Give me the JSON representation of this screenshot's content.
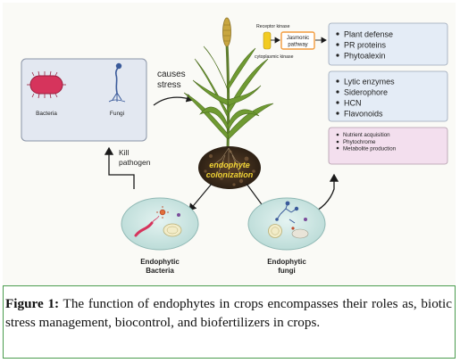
{
  "pathogen_box": {
    "bacteria_label": "Bacteria",
    "fungi_label": "Fungi"
  },
  "causes_stress": [
    "causes",
    "stress"
  ],
  "kill_pathogen": [
    "Kill",
    "pathogen"
  ],
  "signaling": {
    "receptor_kinase": "Receptor kinase",
    "cytoplasmic_kinase": "cytoplasmic kinase",
    "pathway": [
      "Jasmonic",
      "pathway"
    ]
  },
  "defense_box": {
    "items": [
      "Plant defense",
      "PR proteins",
      "Phytoalexin"
    ]
  },
  "biocontrol_box": {
    "items": [
      "Lytic enzymes",
      "Siderophore",
      "HCN",
      "Flavonoids"
    ]
  },
  "growth_box": {
    "items": [
      "Nutrient acquisition",
      "Phytochrome",
      "Metabolite production"
    ]
  },
  "colonization": [
    "endophyte",
    "colonization"
  ],
  "endophytic_bacteria": [
    "Endophytic",
    "Bacteria"
  ],
  "endophytic_fungi": [
    "Endophytic",
    "fungi"
  ],
  "caption": {
    "label": "Figure 1:",
    "text": "The function of endophytes in crops encompasses their roles as, biotic stress management, biocontrol, and biofertilizers in crops."
  },
  "colors": {
    "frame_border": "#4a9c4e",
    "pathogen_box_bg": "#e3e8f1",
    "blue_box_bg": "#e4ecf6",
    "pink_box_bg": "#f3dfee",
    "bacteria_red": "#d6345c",
    "jasmonic_orange": "#f39b3c",
    "receptor_yellow": "#f2cb22",
    "soil_dark": "#3c2c1c",
    "colonization_text": "#f0d334",
    "petri_fill": "#cfe8e6"
  }
}
